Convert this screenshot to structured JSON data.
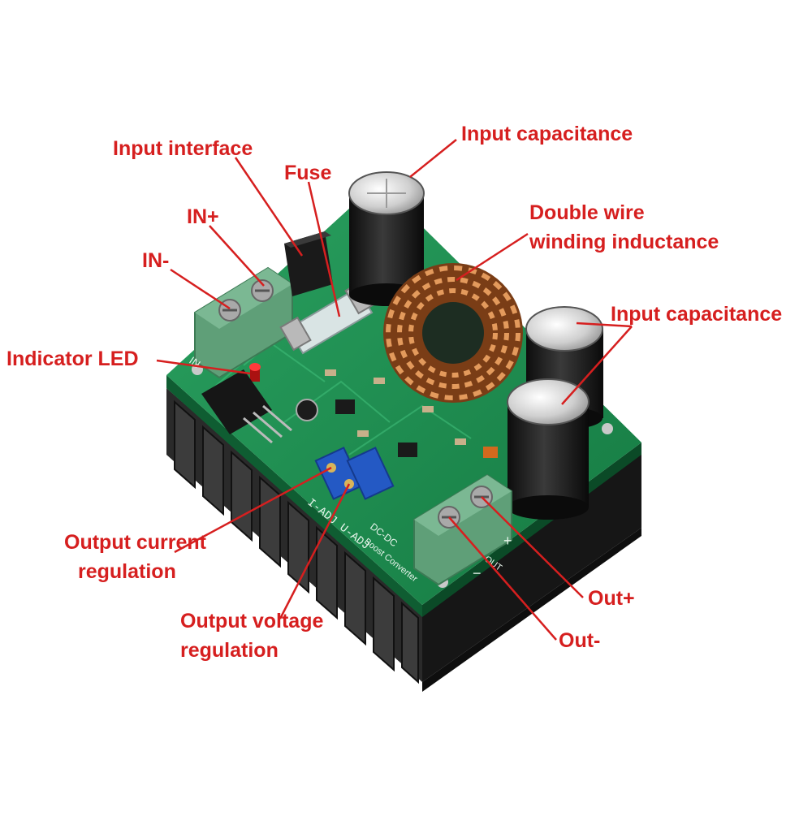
{
  "colors": {
    "label": "#d61f1f",
    "leader": "#d61f1f",
    "pcb": "#1f8a4e",
    "heatsink": "#1c1c1c",
    "terminal": "#5f9f78",
    "copper": "#c26a35",
    "trimmer": "#2459c4"
  },
  "labels": {
    "input_interface": "Input interface",
    "fuse": "Fuse",
    "in_plus": "IN+",
    "in_minus": "IN-",
    "indicator_led": "Indicator LED",
    "input_capacitance_top": "Input capacitance",
    "inductance_line1": "Double wire",
    "inductance_line2": "winding inductance",
    "input_capacitance_right": "Input capacitance",
    "output_current_line1": "Output current",
    "output_current_line2": "regulation",
    "output_voltage_line1": "Output voltage",
    "output_voltage_line2": "regulation",
    "out_plus": "Out+",
    "out_minus": "Out-"
  },
  "board_markings": {
    "in_port": "IN-",
    "out_port": "OUT",
    "plus_sign": "+",
    "minus_sign": "−",
    "trimmers": "I-ADJ U-ADJ",
    "converter_line1": "DC-DC",
    "converter_line2": "Boost Converter"
  }
}
